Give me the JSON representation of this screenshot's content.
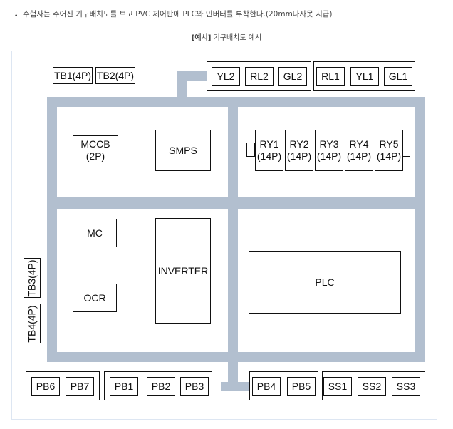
{
  "instruction": "수험자는 주어진 기구배치도를 보고 PVC 제어판에 PLC와 인버터를 부착한다.(20mm나사못 지급)",
  "caption": {
    "bracket": "[예시]",
    "text": " 기구배치도 예시"
  },
  "terminal_blocks": {
    "tb1": "TB1(4P)",
    "tb2": "TB2(4P)",
    "tb3": "TB3(4P)",
    "tb4": "TB4(4P)"
  },
  "lamps_left": [
    "YL2",
    "RL2",
    "GL2"
  ],
  "lamps_right": [
    "RL1",
    "YL1",
    "GL1"
  ],
  "components": {
    "mccb": "MCCB\n(2P)",
    "smps": "SMPS",
    "mc": "MC",
    "ocr": "OCR",
    "inverter": "INVERTER",
    "plc": "PLC"
  },
  "relays": [
    "RY1\n(14P)",
    "RY2\n(14P)",
    "RY3\n(14P)",
    "RY4\n(14P)",
    "RY5\n(14P)"
  ],
  "buttons_group1": [
    "PB6",
    "PB7"
  ],
  "buttons_group2": [
    "PB1",
    "PB2",
    "PB3"
  ],
  "buttons_group3": [
    "PB4",
    "PB5"
  ],
  "switches": [
    "SS1",
    "SS2",
    "SS3"
  ],
  "colors": {
    "duct": "#b2bfcf",
    "frame": "#dde6f2",
    "line": "#111111"
  }
}
